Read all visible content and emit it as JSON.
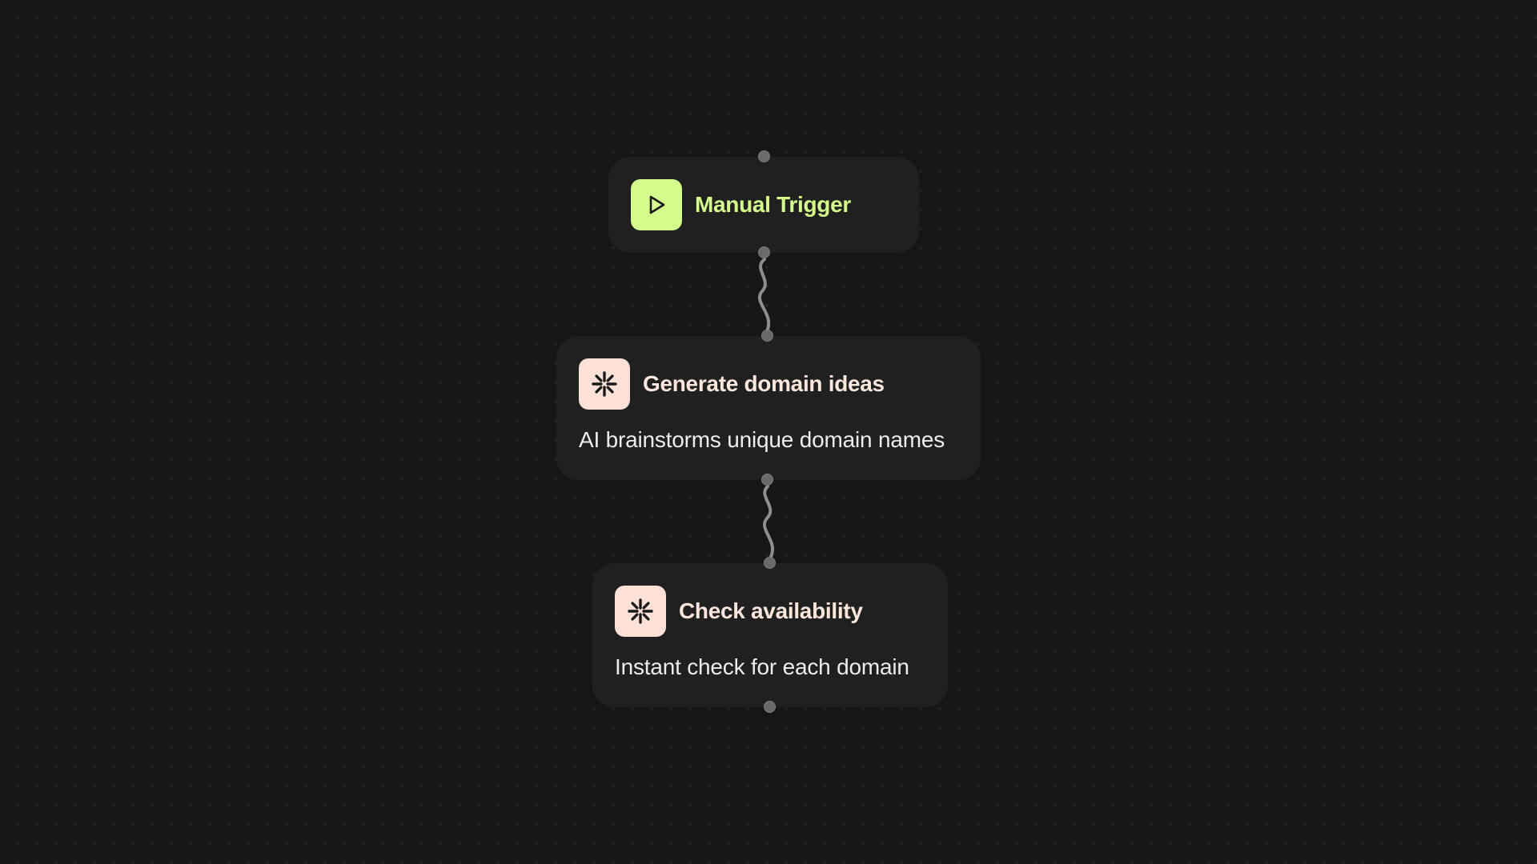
{
  "colors": {
    "canvas_bg": "#161616",
    "node_bg": "#202020",
    "trigger_accent": "#d4fc8c",
    "ai_title": "#fde6dc",
    "ai_icon_bg": "#fde1d6",
    "icon_glyph": "#1a1a1a",
    "port": "#6a6a6a",
    "connector": "#8e8e8e"
  },
  "nodes": [
    {
      "id": "trigger",
      "icon": "play-icon",
      "title": "Manual Trigger",
      "description": ""
    },
    {
      "id": "generate",
      "icon": "asterisk-icon",
      "title": "Generate domain ideas",
      "description": "AI brainstorms unique domain names"
    },
    {
      "id": "check",
      "icon": "asterisk-icon",
      "title": "Check availability",
      "description": "Instant check for each domain"
    }
  ],
  "edges": [
    {
      "from": "trigger",
      "to": "generate"
    },
    {
      "from": "generate",
      "to": "check"
    }
  ]
}
